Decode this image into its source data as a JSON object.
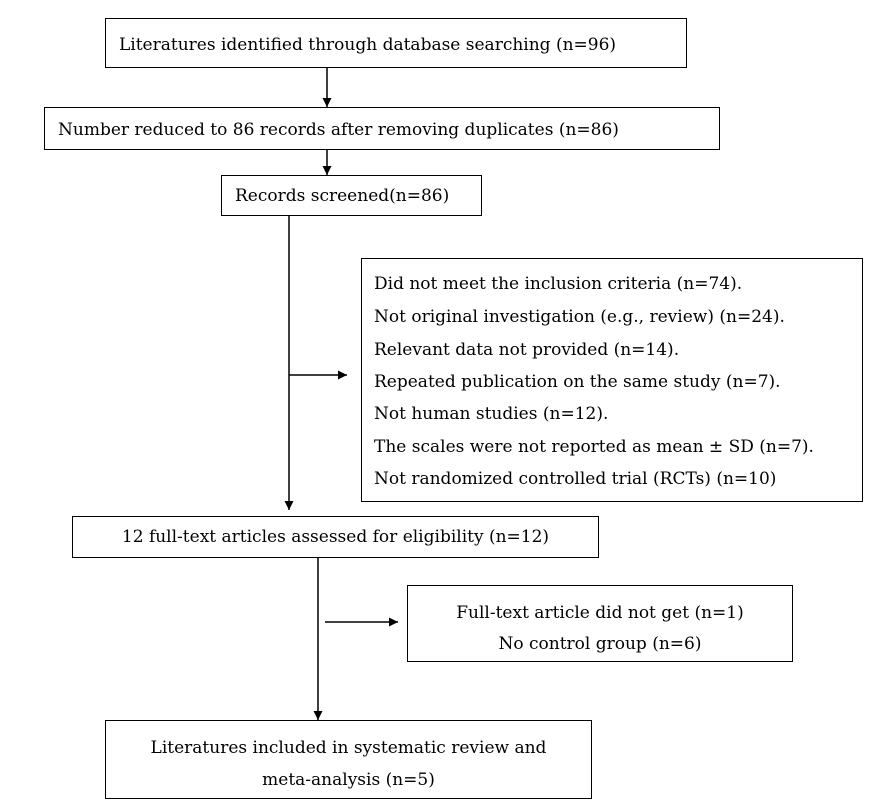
{
  "flowchart": {
    "identified": "Literatures identified through database searching (n=96)",
    "deduplicated": "Number reduced to 86 records after removing duplicates (n=86)",
    "screened": "Records screened(n=86)",
    "excluded_first": [
      "Did not meet the inclusion criteria (n=74).",
      "Not original investigation (e.g., review) (n=24).",
      "Relevant data not provided (n=14).",
      "Repeated publication on the same study (n=7).",
      "Not human studies (n=12).",
      "The scales were not reported as mean ± SD (n=7).",
      "Not randomized controlled trial (RCTs) (n=10)"
    ],
    "full_text": "12 full-text articles assessed for eligibility (n=12)",
    "excluded_second": [
      "Full-text article did not get (n=1)",
      "No control group (n=6)"
    ],
    "included": [
      "Literatures included in systematic review and",
      "meta-analysis (n=5)"
    ]
  }
}
